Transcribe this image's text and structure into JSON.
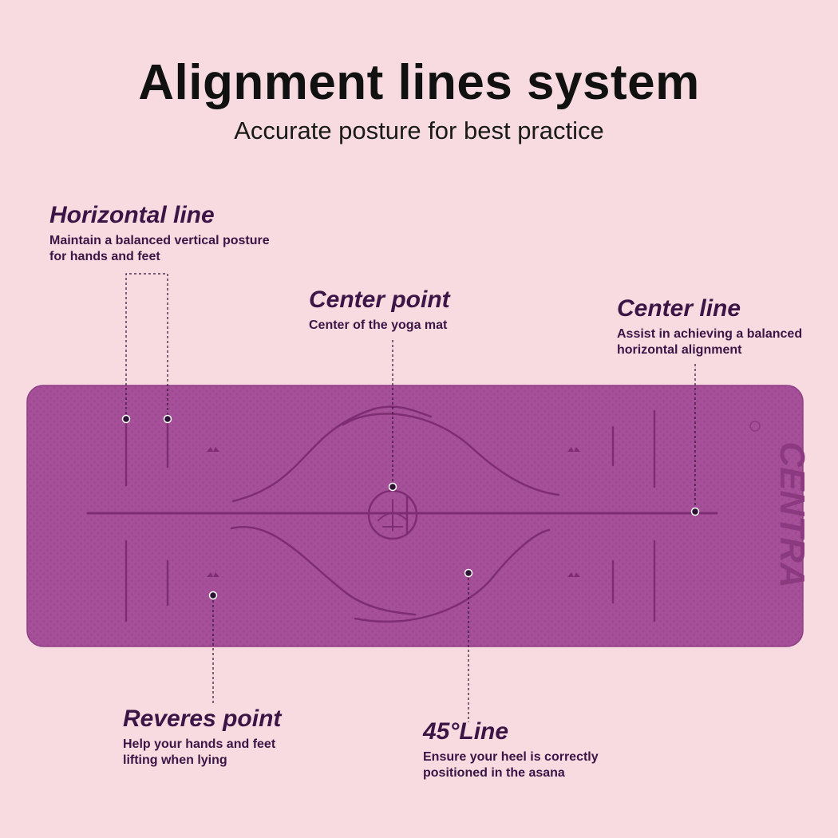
{
  "header": {
    "title": "Alignment lines system",
    "subtitle": "Accurate posture for best practice"
  },
  "callouts": {
    "horizontal_line": {
      "title": "Horizontal line",
      "desc_line1": "Maintain a balanced vertical posture",
      "desc_line2": "for hands and feet"
    },
    "center_point": {
      "title": "Center point",
      "desc_line1": "Center of the yoga mat"
    },
    "center_line": {
      "title": "Center line",
      "desc_line1": "Assist in achieving a balanced",
      "desc_line2": "horizontal alignment"
    },
    "reverse_point": {
      "title": "Reveres point",
      "desc_line1": "Help your hands and feet",
      "desc_line2": "lifting when lying"
    },
    "line_45": {
      "title": "45°Line",
      "desc_line1": "Ensure your heel is correctly",
      "desc_line2": "positioned in the asana"
    }
  },
  "mat": {
    "brand": "CENTRA",
    "trademark": "R",
    "mat_color": "#a7509a",
    "line_color": "#7e2d72"
  }
}
